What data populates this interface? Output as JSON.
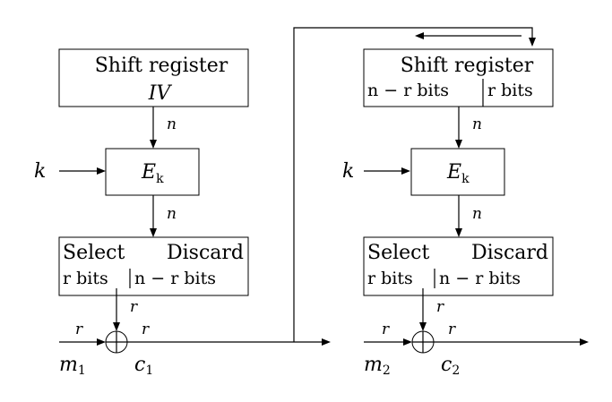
{
  "left_stage": {
    "shift_register": {
      "title": "Shift register",
      "content": "IV"
    },
    "label_n_1": "n",
    "key": "k",
    "encrypt": {
      "base": "E",
      "sub": "k"
    },
    "label_n_2": "n",
    "select_discard": {
      "select_label": "Select",
      "discard_label": "Discard",
      "select_bits": "r bits",
      "discard_bits": "n − r bits"
    },
    "label_r_down": "r",
    "label_r_in": "r",
    "label_r_out": "r",
    "message": {
      "base": "m",
      "sub": "1"
    },
    "ciphertext": {
      "base": "c",
      "sub": "1"
    }
  },
  "right_stage": {
    "shift_register": {
      "title": "Shift register",
      "left_bits": "n − r bits",
      "right_bits": "r bits"
    },
    "label_n_1": "n",
    "key": "k",
    "encrypt": {
      "base": "E",
      "sub": "k"
    },
    "label_n_2": "n",
    "select_discard": {
      "select_label": "Select",
      "discard_label": "Discard",
      "select_bits": "r bits",
      "discard_bits": "n − r bits"
    },
    "label_r_down": "r",
    "label_r_in": "r",
    "label_r_out": "r",
    "message": {
      "base": "m",
      "sub": "2"
    },
    "ciphertext": {
      "base": "c",
      "sub": "2"
    }
  }
}
